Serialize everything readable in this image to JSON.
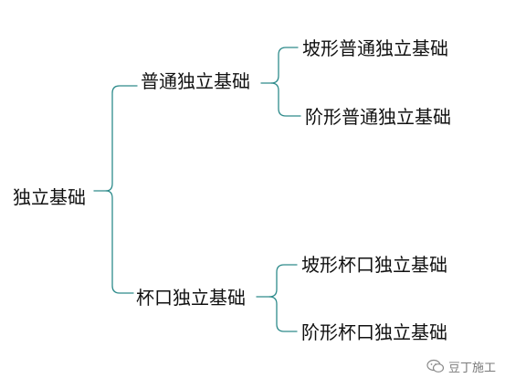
{
  "colors": {
    "connector": "#2e8b8b",
    "text": "#111111"
  },
  "tree": {
    "root": "独立基础",
    "branches": [
      {
        "label": "普通独立基础",
        "leaves": [
          "坡形普通独立基础",
          "阶形普通独立基础"
        ]
      },
      {
        "label": "杯口独立基础",
        "leaves": [
          "坡形杯口独立基础",
          "阶形杯口独立基础"
        ]
      }
    ]
  },
  "watermark": {
    "text": "豆丁施工",
    "icon": "wechat-icon"
  }
}
